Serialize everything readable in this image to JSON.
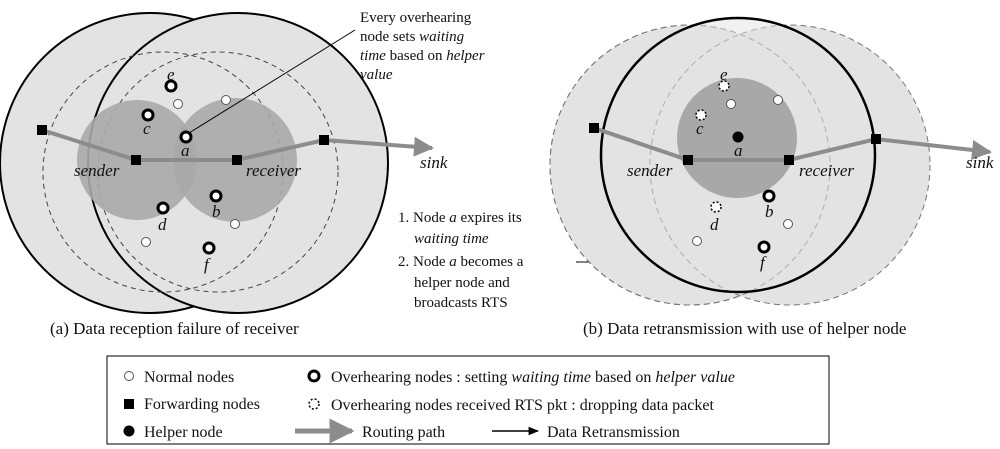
{
  "panel_a": {
    "caption": "(a) Data reception failure of receiver",
    "labels": {
      "sender": "sender",
      "receiver": "receiver",
      "sink": "sink"
    },
    "nodes": {
      "a": "a",
      "b": "b",
      "c": "c",
      "d": "d",
      "e": "e",
      "f": "f"
    },
    "annotation": {
      "line1": "Every overhearing",
      "line2_pre": "node sets ",
      "line2_it": "waiting",
      "line3_it": "time",
      "line3_post": " based on ",
      "line3_it2": "helper",
      "line4_it": "value"
    }
  },
  "panel_b": {
    "caption": "(b) Data retransmission with use of helper node",
    "labels": {
      "sender": "sender",
      "receiver": "receiver",
      "sink": "sink"
    },
    "nodes": {
      "a": "a",
      "b": "b",
      "c": "c",
      "d": "d",
      "e": "e",
      "f": "f"
    }
  },
  "steps": {
    "s1_pre": "1. Node ",
    "s1_it": "a",
    "s1_post": " expires its",
    "s1b_it": "waiting time",
    "s2_pre": "2. Node ",
    "s2_it": "a",
    "s2_post": " becomes a",
    "s2b": "helper node and",
    "s2c": "broadcasts RTS"
  },
  "legend": {
    "normal": "Normal nodes",
    "forwarding": "Forwarding nodes",
    "helper": "Helper node",
    "overhearing_pre": "Overhearing nodes : setting ",
    "overhearing_it1": "waiting time",
    "overhearing_mid": " based on ",
    "overhearing_it2": "helper value",
    "rts": "Overhearing nodes received RTS pkt : dropping data packet",
    "routing": "Routing path",
    "retx": "Data Retransmission"
  },
  "colors": {
    "light_fill": "#e3e3e3",
    "dark_fill": "#a8a8a8",
    "path": "#8c8c8c"
  }
}
